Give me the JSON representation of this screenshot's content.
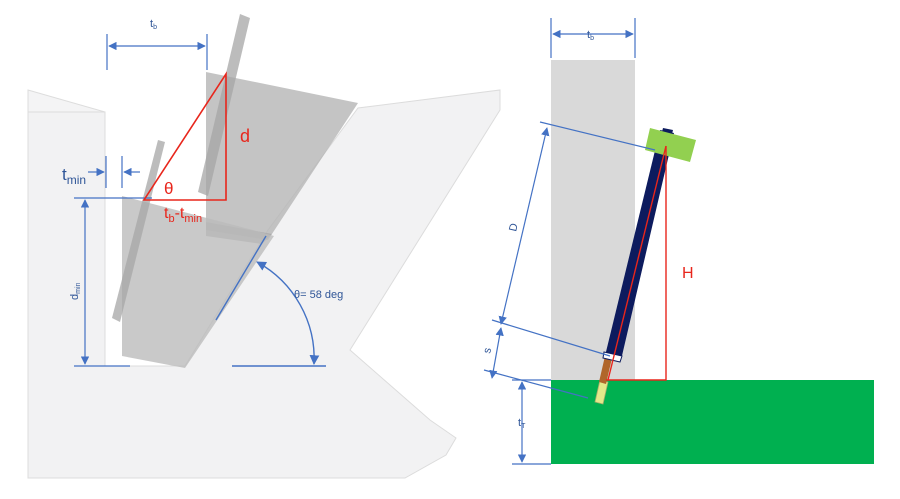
{
  "left_panel": {
    "tb_label": "t",
    "tb_sub": "b",
    "tmin_label": "t",
    "tmin_sub": "min",
    "dmin_label": "d",
    "dmin_sub": "min",
    "d_label": "d",
    "theta_symbol": "θ",
    "tb_minus_tmin": {
      "t1": "t",
      "s1": "b",
      "dash": "-t",
      "s2": "min"
    },
    "angle_label": "θ= 58 deg"
  },
  "right_panel": {
    "tb_label": "t",
    "tb_sub": "b",
    "D_label": "D",
    "s_label": "s",
    "H_label": "H",
    "tT_label": "t",
    "tT_sub": "T"
  },
  "colors": {
    "dimension_blue": "#4472c4",
    "red": "#e8261c",
    "rock_fill": "#f2f2f3",
    "rock_stroke": "#d9d9d9",
    "block_grey": "#bfbfbf",
    "slab_grey": "#d9d9d9",
    "green_base": "#00b050",
    "navy_bolt": "#0d1b5e",
    "green_plate": "#92d050",
    "brown_tip": "#b0662a",
    "yellow_tip": "#e2e98a"
  }
}
